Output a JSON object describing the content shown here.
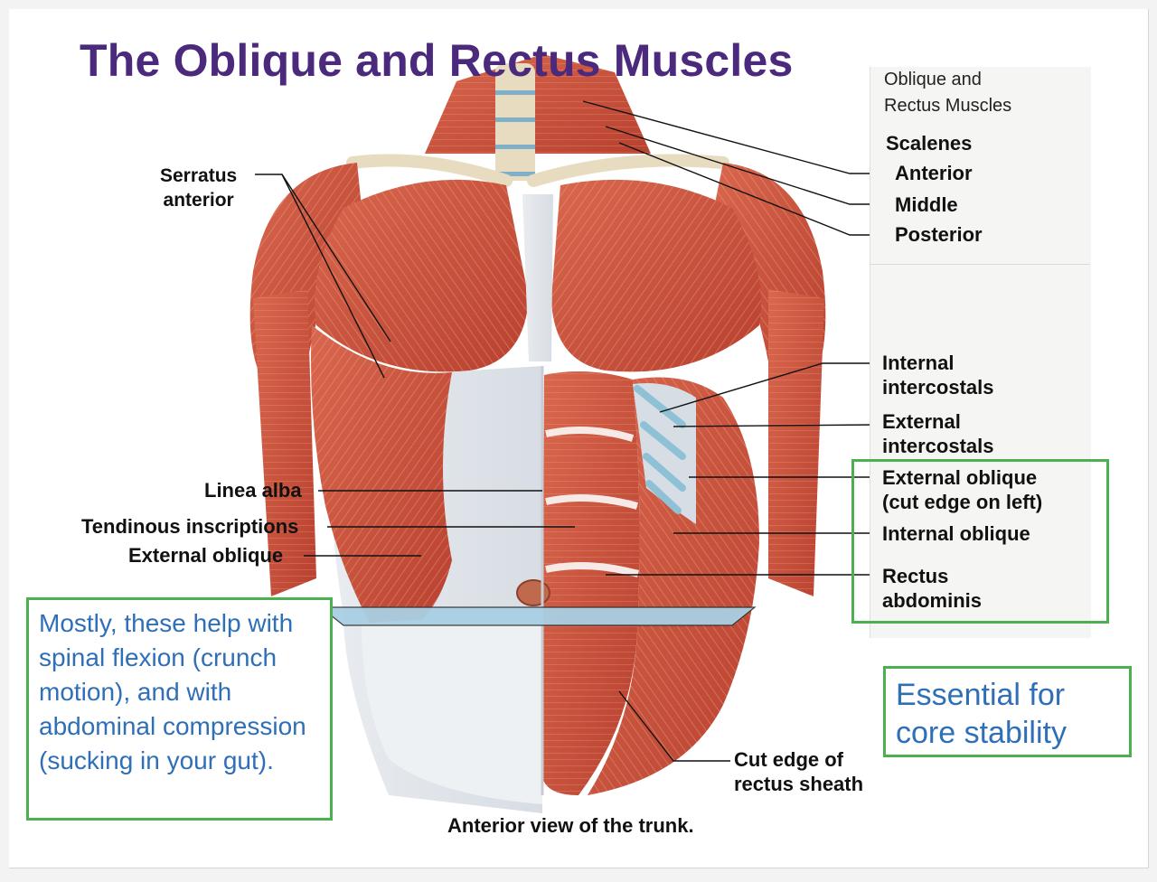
{
  "title": "The Oblique and Rectus Muscles",
  "panel_heading": "Oblique and\nRectus Muscles",
  "labels": {
    "serratus": "Serratus\nanterior",
    "scalenes": "Scalenes",
    "anterior": "Anterior",
    "middle": "Middle",
    "posterior": "Posterior",
    "internal_intercostals": "Internal\nintercostals",
    "external_intercostals": "External\nintercostals",
    "external_oblique_right": "External oblique\n(cut edge on left)",
    "internal_oblique": "Internal oblique",
    "rectus_abdominis": "Rectus\nabdominis",
    "linea_alba": "Linea alba",
    "tendinous_inscriptions": "Tendinous inscriptions",
    "external_oblique_left": "External oblique",
    "cut_edge": "Cut edge of\nrectus sheath"
  },
  "note_left": "Mostly, these help with spinal flexion (crunch motion), and with abdominal compression (sucking in your gut).",
  "note_right": "Essential for core stability",
  "caption": "Anterior view of the trunk.",
  "colors": {
    "title": "#4b2a7d",
    "note_text": "#2f6fb8",
    "highlight_box": "#4caf50",
    "muscle": "#c9503a"
  }
}
